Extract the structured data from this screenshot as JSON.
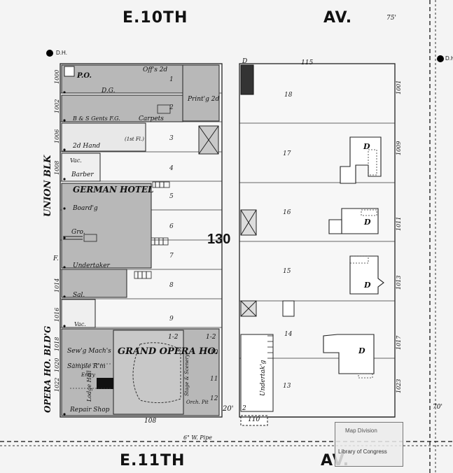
{
  "streets": {
    "top_left": "E.10TH",
    "top_right": "AV.",
    "bottom_left": "E.11TH",
    "bottom_right": "AV."
  },
  "block_number": "130",
  "margins": {
    "top_right": "75'",
    "bottom_right": "70'",
    "frontage": "20'"
  },
  "dh_labels": [
    "D.H.",
    "D.H."
  ],
  "west_block": {
    "labels": {
      "union_blk": "UNION BLK",
      "opera_bldg": "OPERA HO. BLD'G",
      "f_mark": "F."
    },
    "lot_numbers": [
      "1",
      "2",
      "3",
      "4",
      "5",
      "6",
      "7",
      "8",
      "9",
      "10",
      "11",
      "12"
    ],
    "addresses": [
      "1000",
      "1002",
      "1006",
      "1008",
      "1014",
      "1016",
      "1018",
      "1020",
      "1022"
    ],
    "rows": [
      {
        "uses": [
          "Off's 2d",
          "P.O.",
          "D.G.",
          "Print'g 2d"
        ]
      },
      {
        "uses": [
          "B & S Gents F.G.",
          "Carpets"
        ]
      },
      {
        "uses": [
          "2d Hand",
          "(1st Fl.)"
        ]
      },
      {
        "uses": [
          "Vac.",
          "Barber"
        ]
      },
      {
        "uses": [
          "GERMAN HOTEL",
          "Board'g"
        ]
      },
      {
        "uses": [
          "Gro."
        ]
      },
      {
        "uses": [
          "Undertaker"
        ]
      },
      {
        "uses": [
          "Sal."
        ]
      },
      {
        "uses": [
          "Vac."
        ]
      }
    ],
    "opera_house": {
      "title": "GRAND OPERA HO.",
      "uses": [
        "Sew'g Mach's",
        "Sample R'm",
        "Entry",
        "Lodge Hall",
        "Repair Shop",
        "Stage & Scenery",
        "Orch. Pit"
      ],
      "marks": [
        "1-2",
        "1-2"
      ]
    },
    "bottom_dim": "108"
  },
  "east_block": {
    "top_number": "115",
    "lot_numbers": [
      "18",
      "17",
      "16",
      "15",
      "14",
      "13"
    ],
    "addresses": [
      "1001",
      "1009",
      "1011",
      "1013",
      "1017",
      "1023"
    ],
    "dwelling_mark": "D",
    "undertaker": "Undertak'g",
    "bottom_dim": "110",
    "corner_mark": "D",
    "corner_small": "2"
  },
  "bottom_note": "6\" W. Pipe",
  "stamp": {
    "line1": "Map Division",
    "line2": "Library of Congress"
  }
}
